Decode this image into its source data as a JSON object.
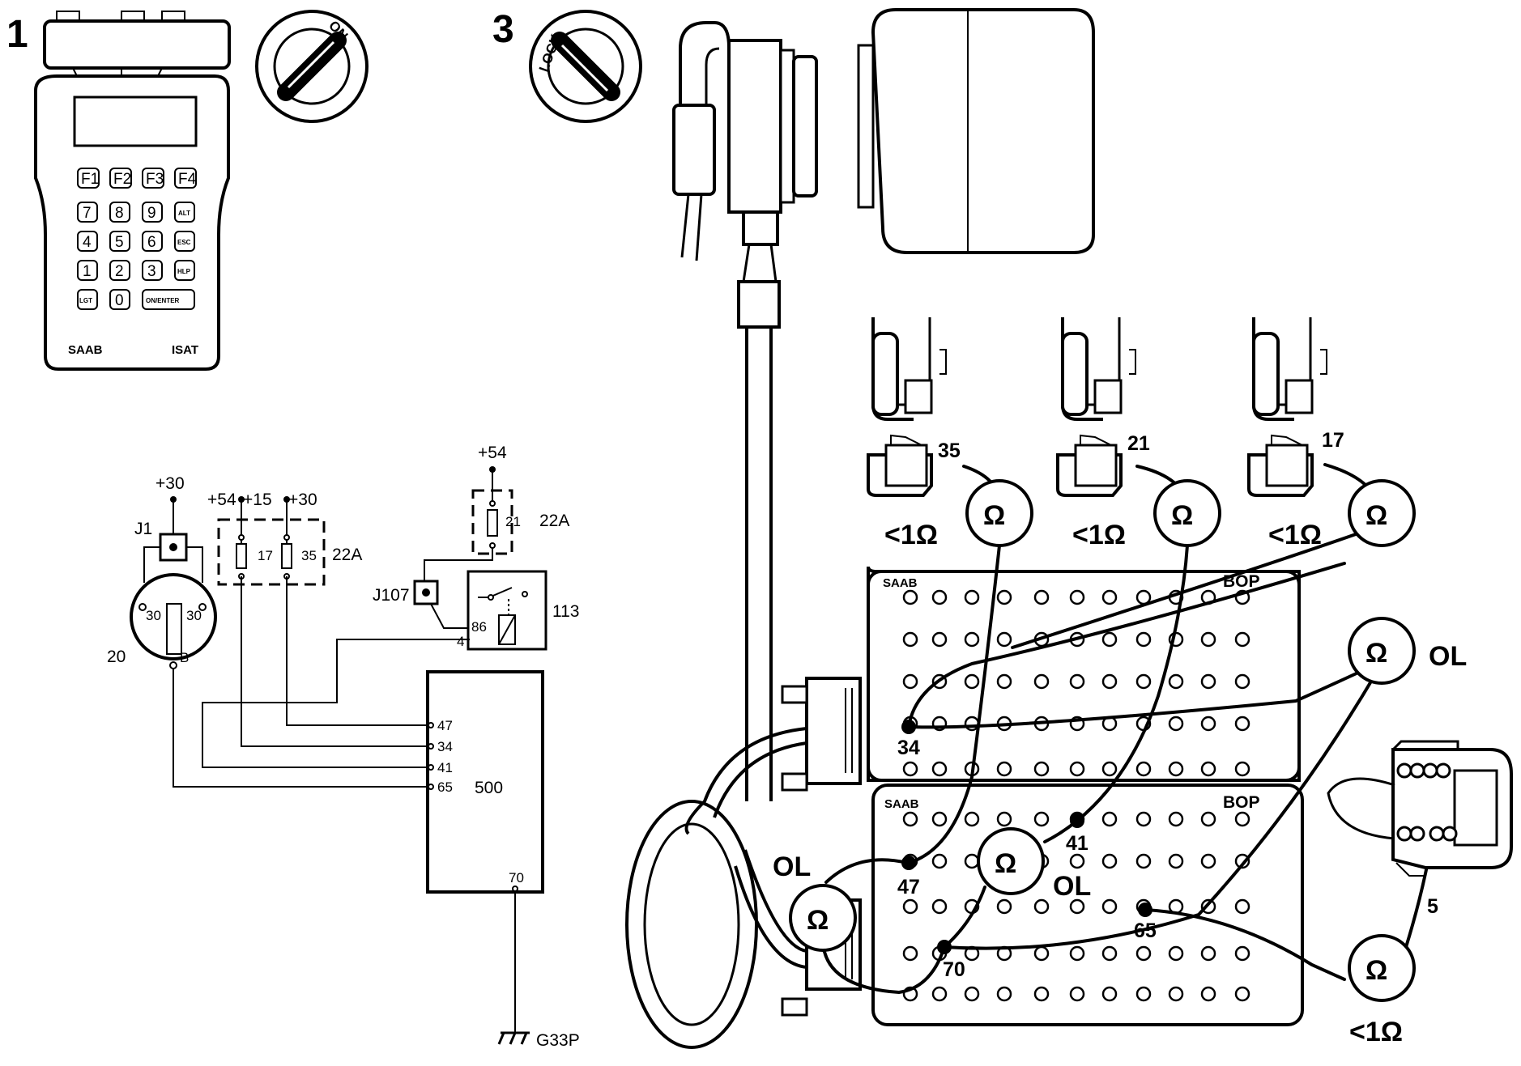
{
  "steps": {
    "step1": "1",
    "step3": "3"
  },
  "ignition": {
    "on_label": "ON",
    "lock_label": "LOCK"
  },
  "isat": {
    "brand": "SAAB",
    "model": "ISAT",
    "keys": [
      [
        "F1",
        "F2",
        "F3",
        "F4"
      ],
      [
        "7",
        "8",
        "9",
        "ALT"
      ],
      [
        "4",
        "5",
        "6",
        "ESC"
      ],
      [
        "1",
        "2",
        "3",
        "HLP"
      ],
      [
        "LGT",
        "0",
        "ON/ENTER"
      ]
    ]
  },
  "wiring": {
    "supply_j1": "+30",
    "j1": "J1",
    "comp20": "20",
    "pin30a": "30",
    "pin30b": "30",
    "pinB": "B",
    "sup54": "+54",
    "sup15": "+15",
    "sup30": "+30",
    "fuse17": "17",
    "fuse35": "35",
    "fusebox": "22A",
    "sup54b": "+54",
    "fuse21": "21",
    "fusebox2": "22A",
    "j107": "J107",
    "relay": "113",
    "pin86": "86",
    "pin4": "4",
    "ecu": "500",
    "pin47": "47",
    "pin34": "34",
    "pin41": "41",
    "pin65": "65",
    "pin70": "70",
    "ground": "G33P"
  },
  "measurement": {
    "ohm": "Ω",
    "fuse_labels": [
      "35",
      "21",
      "17"
    ],
    "lt1": "<1Ω",
    "ol": "OL",
    "board_brand": "SAAB",
    "board_code": "BOP",
    "bop_pins": [
      "34",
      "47",
      "41",
      "65",
      "70"
    ],
    "connector_pin": "5"
  }
}
